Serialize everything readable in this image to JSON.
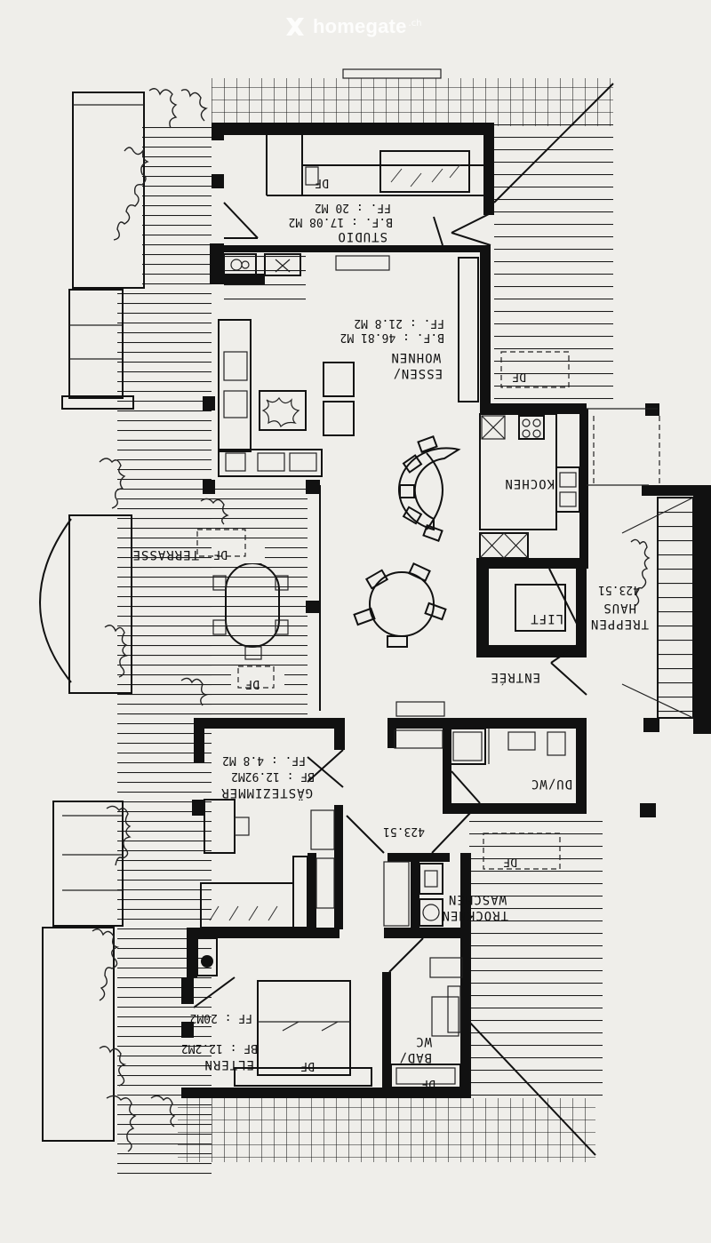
{
  "watermark": {
    "brand": "homegate",
    "suffix": ".ch",
    "icon": "cross-logo-icon"
  },
  "rooms": {
    "studio": {
      "name": "STUDIO",
      "bf": "B.F. : 17.08 M2",
      "ff": "FF. : 20 M2",
      "df": "DF"
    },
    "essen": {
      "name1": "ESSEN/",
      "name2": "WOHNEN",
      "bf": "B.F. : 46.81 M2",
      "ff": "FF. : 21.8 M2"
    },
    "kochen": {
      "name": "KOCHEN"
    },
    "treppenhaus": {
      "name1": "TREPPEN",
      "name2": "HAUS",
      "level": "423.51",
      "lift": "LIFT"
    },
    "terrasse": {
      "name": "TERRASSE",
      "df_top": "DF",
      "df_bottom": "DF"
    },
    "entree": {
      "name": "ENTRÉE"
    },
    "duwc": {
      "name": "DU/WC"
    },
    "flur": {
      "level": "423.51"
    },
    "gaeste": {
      "name": "GÄSTEZIMMER",
      "bf": "BF : 12.92M2",
      "ff": "FF. : 4.8 M2"
    },
    "trocknen": {
      "name1": "TROCKNEN",
      "name2": "WASCHEN",
      "df": "DF"
    },
    "eltern": {
      "name": "ELTERN",
      "bf": "BF : 12.2M2",
      "ff": "FF : 20M2",
      "df": "DF"
    },
    "bad": {
      "name1": "BAD/",
      "name2": "WC",
      "df": "DF"
    },
    "roof_right": {
      "df": "DF"
    }
  }
}
